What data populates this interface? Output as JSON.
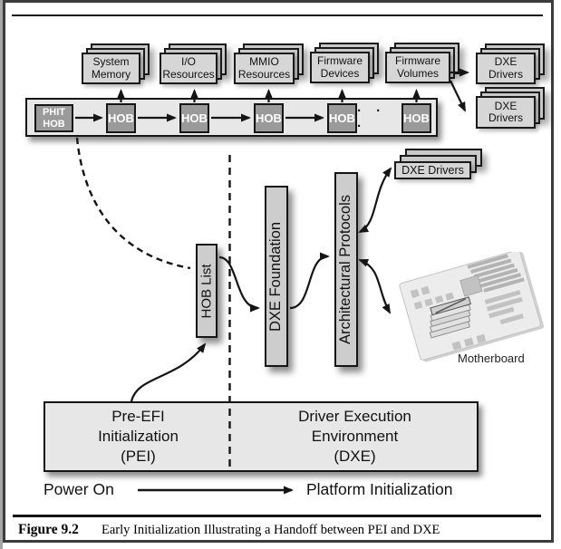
{
  "figure_caption": {
    "label": "Figure 9.2",
    "text": "Early Initialization Illustrating a Handoff between PEI and DXE"
  },
  "hob_chain": {
    "phit_lines": [
      "PHIT",
      "HOB"
    ],
    "hob_label": "HOB",
    "ellipsis": "· · ·"
  },
  "resource_stacks": [
    {
      "lines": [
        "System",
        "Memory"
      ]
    },
    {
      "lines": [
        "I/O",
        "Resources"
      ]
    },
    {
      "lines": [
        "MMIO",
        "Resources"
      ]
    },
    {
      "lines": [
        "Firmware",
        "Devices"
      ]
    },
    {
      "lines": [
        "Firmware",
        "Volumes"
      ]
    }
  ],
  "dxe_drivers": {
    "stack_lines": [
      "DXE",
      "Drivers"
    ],
    "inline_label": "DXE Drivers"
  },
  "pipeline": {
    "hob_list": "HOB List",
    "dxe_foundation": "DXE Foundation",
    "architectural_protocols": "Architectural Protocols"
  },
  "phase_box": {
    "pei_lines": [
      "Pre-EFI",
      "Initialization",
      "(PEI)"
    ],
    "dxe_lines": [
      "Driver Execution",
      "Environment",
      "(DXE)"
    ]
  },
  "timeline": {
    "start_label": "Power On",
    "end_label": "Platform Initialization"
  },
  "motherboard": {
    "label": "Motherboard"
  },
  "colors": {
    "ink": "#151515",
    "band_fill": "#e7e7e7",
    "hob_fill": "#9a9a9a",
    "stack_fill": "#d6d6d6",
    "vbox_fill": "#cdcdcd",
    "phase_fill": "#e7e7e7"
  }
}
